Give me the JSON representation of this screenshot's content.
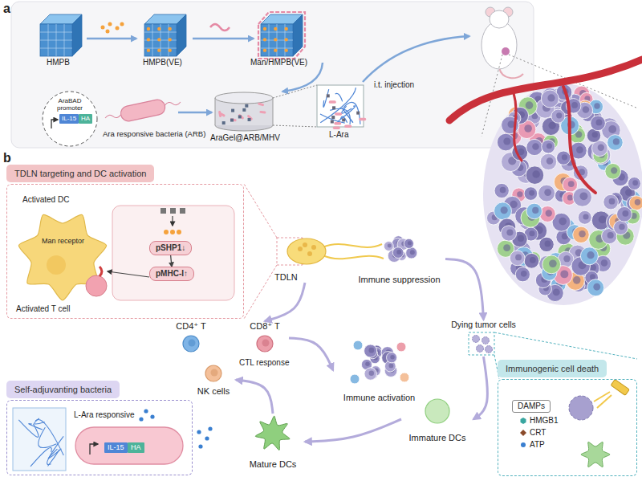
{
  "diagram": {
    "nodes": [
      {
        "text": [
          "IL-15"
        ]
      },
      {
        "text": [
          "HA"
        ]
      },
      {
        "text": [
          "TDLN targeting and DC activation"
        ]
      },
      {
        "text": [
          "pSHP1↓"
        ],
        "in": 2
      },
      {
        "text": [
          "pMHC-I↑"
        ],
        "in": 2
      },
      {
        "text": [
          "TDLN"
        ]
      },
      {
        "text": [
          "Immune suppression"
        ]
      },
      {
        "text": [
          "CD4⁺ T"
        ]
      },
      {
        "text": [
          "CD8⁺ T"
        ]
      },
      {
        "text": [
          "NK cells"
        ]
      },
      {
        "text": [
          "Immune activation"
        ]
      },
      {
        "text": [
          "Dying tumor cells"
        ]
      },
      {
        "text": [
          "Immunogenic cell death"
        ]
      },
      {
        "text": [
          "DAMPs"
        ],
        "in": 12
      },
      {
        "text": [
          "Self-adjuvanting bacteria"
        ]
      },
      {
        "text": [
          "IL-15"
        ],
        "in": 14
      },
      {
        "text": [
          "HA"
        ],
        "in": 14
      },
      {
        "text": [
          "Mature DCs"
        ]
      },
      {
        "text": [
          "Immature DCs"
        ]
      }
    ],
    "edges": [
      {
        "from": 3,
        "to": 4,
        "arrow": "to"
      },
      {
        "from": 5,
        "to": 8,
        "arrow": "to"
      },
      {
        "from": 6,
        "to": 11,
        "arrow": "to"
      },
      {
        "from": 8,
        "to": 10,
        "arrow": "to"
      },
      {
        "from": 11,
        "to": 18,
        "arrow": "to"
      },
      {
        "from": 18,
        "to": 17,
        "arrow": "to"
      },
      {
        "from": 17,
        "to": 9,
        "arrow": "to"
      }
    ],
    "labels": [
      "a",
      "HMPB",
      "HMPB(VE)",
      "Man/HMPB(VE)",
      "i.t. injection",
      "AraBAD promoter",
      "Ara responsive bacteria (ARB)",
      "AraGel@ARB/MHV",
      "L-Ara",
      "b",
      "Activated DC",
      "Man receptor",
      "Activated T cell",
      "CTL response",
      "L-Ara responsive",
      "HMGB1",
      "CRT",
      "ATP"
    ]
  }
}
